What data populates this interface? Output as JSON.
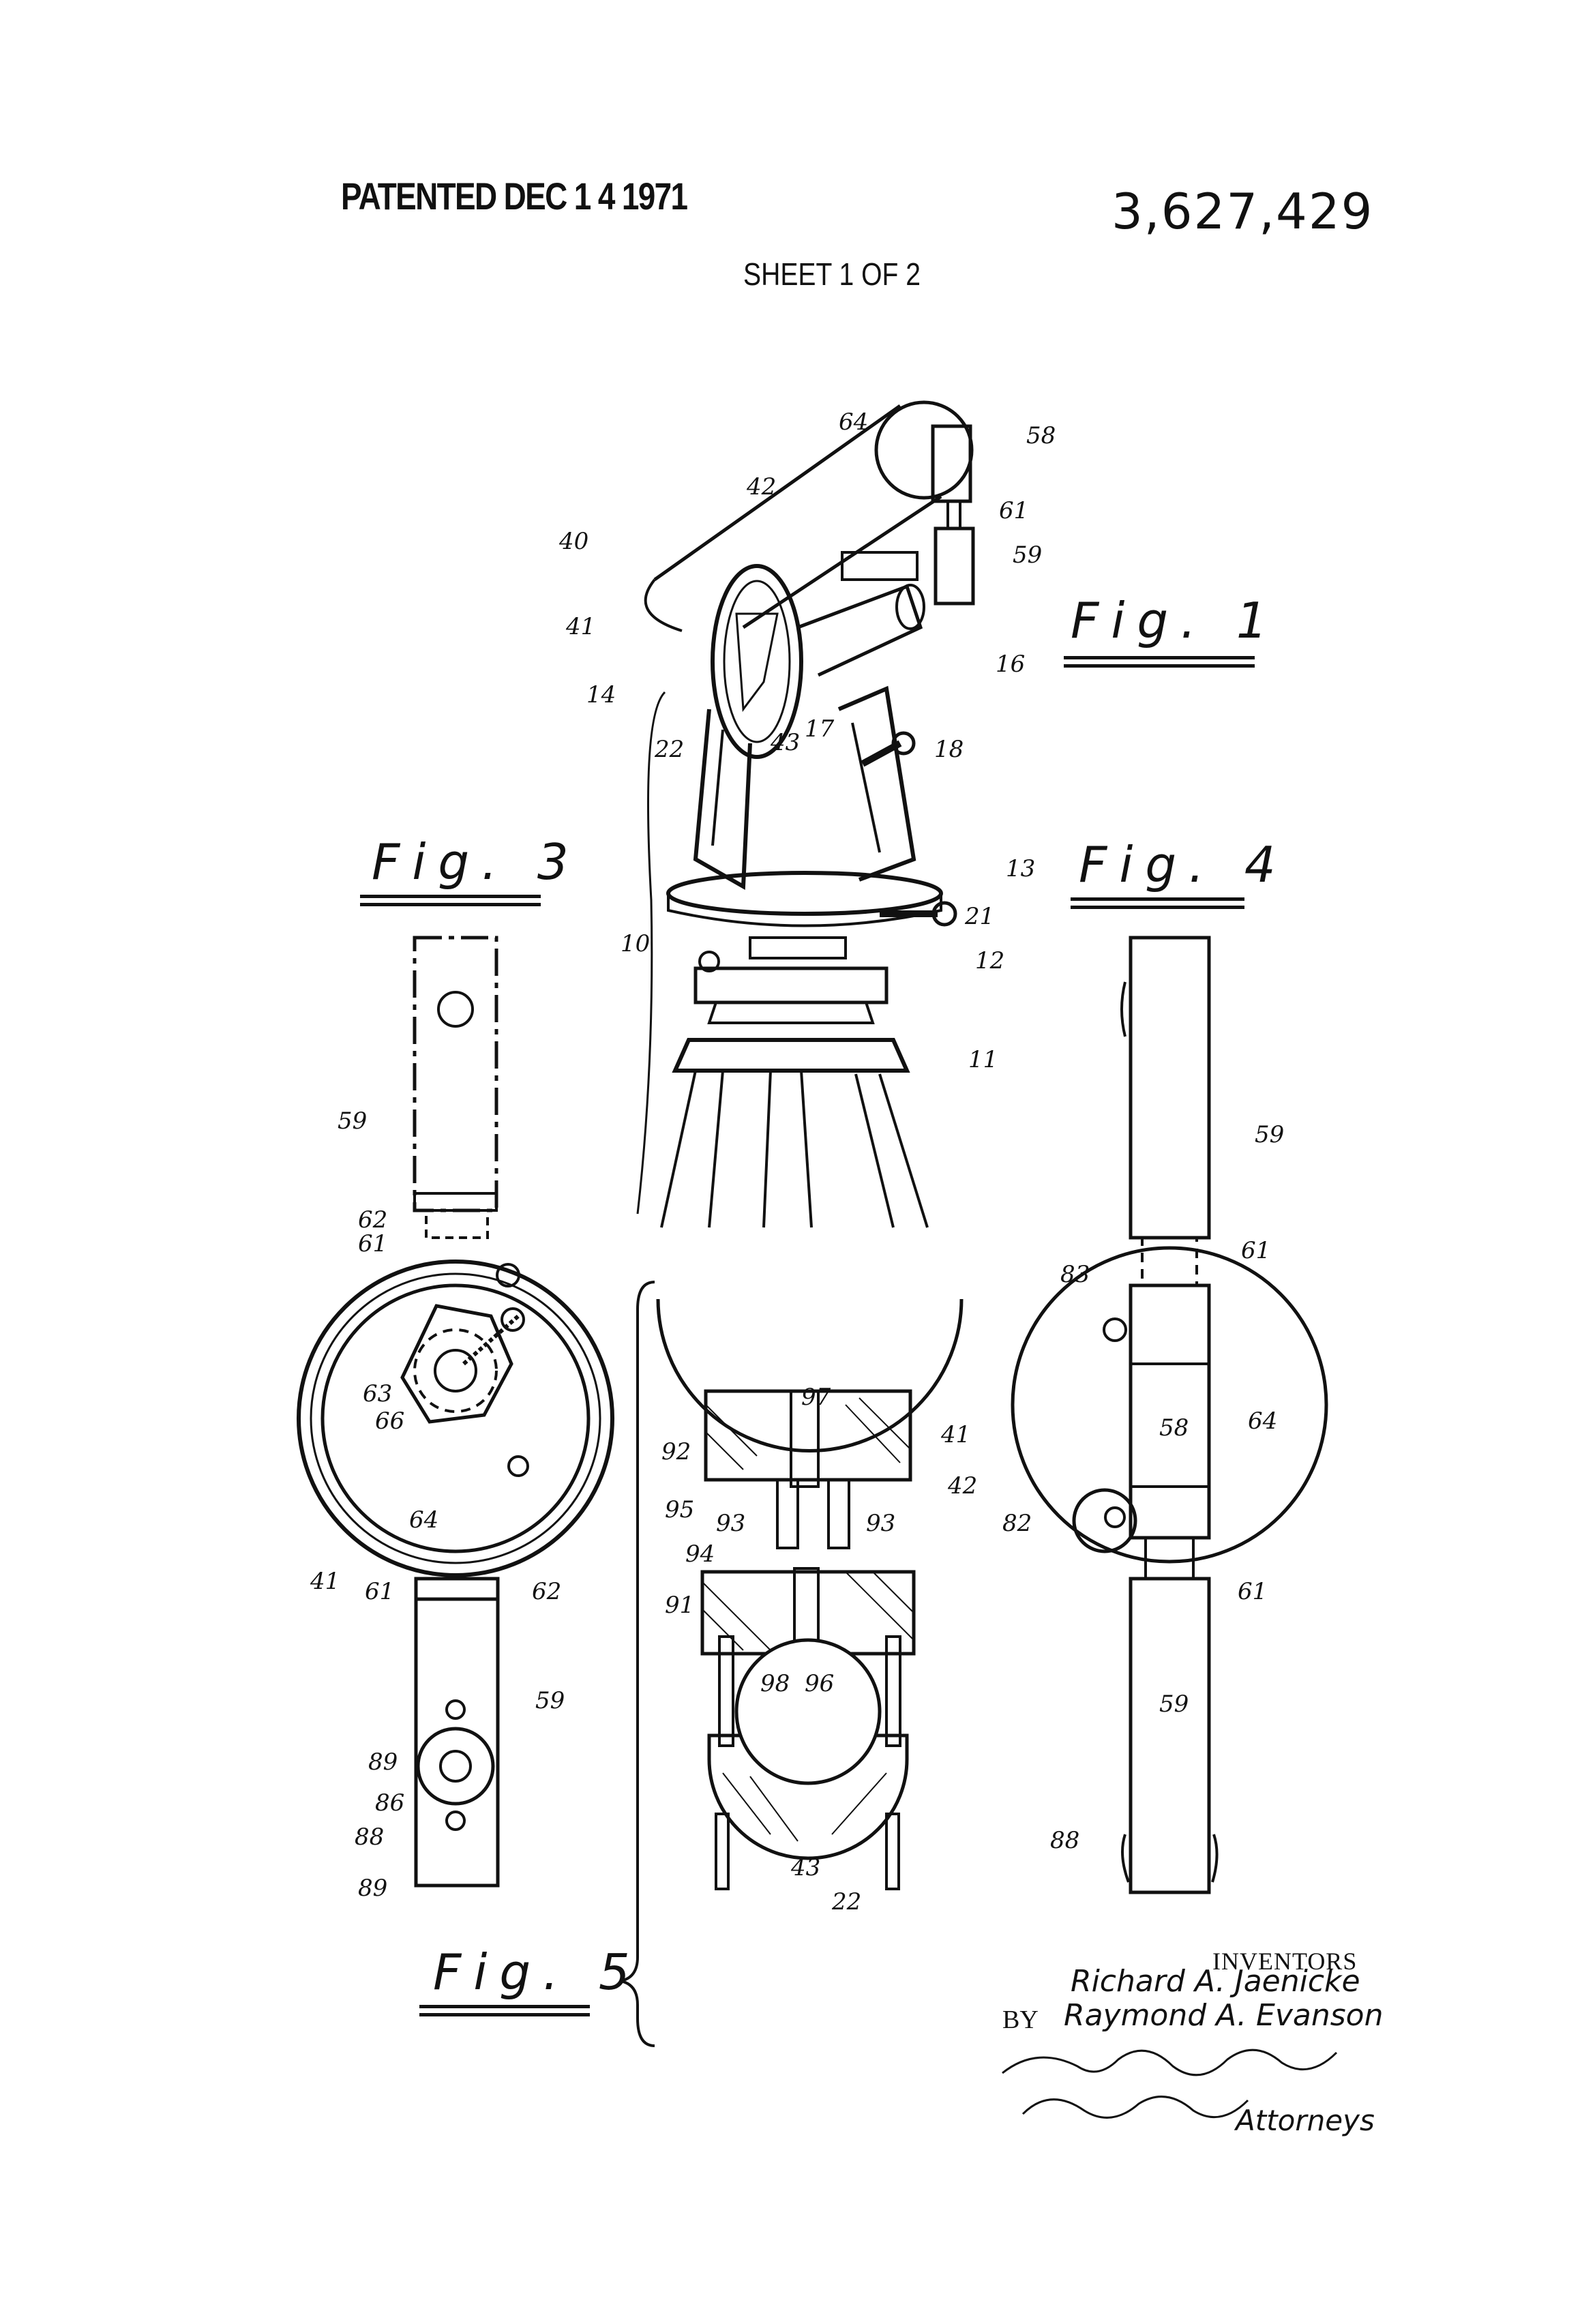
{
  "header": {
    "patented": "PATENTED DEC 1 4 1971",
    "patent_number": "3,627,429",
    "sheet": "SHEET 1 OF 2"
  },
  "figures": {
    "fig1": "Fig. 1",
    "fig3": "Fig. 3",
    "fig4": "Fig. 4",
    "fig5": "Fig. 5"
  },
  "reference_numerals": {
    "fig1": [
      "64",
      "58",
      "42",
      "61",
      "40",
      "59",
      "41",
      "16",
      "14",
      "17",
      "43",
      "18",
      "22",
      "13",
      "21",
      "10",
      "12",
      "11"
    ],
    "fig3": [
      "59",
      "62",
      "61",
      "63",
      "66",
      "64",
      "41",
      "61",
      "62",
      "59",
      "89",
      "86",
      "88",
      "89"
    ],
    "fig4": [
      "59",
      "61",
      "83",
      "58",
      "64",
      "82",
      "61",
      "59",
      "88"
    ],
    "fig5": [
      "97",
      "41",
      "92",
      "42",
      "95",
      "93",
      "93",
      "94",
      "91",
      "98",
      "96",
      "43",
      "22"
    ]
  },
  "inventors": {
    "heading": "INVENTORS",
    "names": [
      "Richard A. Jaenicke",
      "Raymond A. Evanson"
    ]
  },
  "by": "BY",
  "attorneys": {
    "signature": "Flehr, Hohbach, Test, Albritton & Herbert",
    "label": "Attorneys"
  }
}
